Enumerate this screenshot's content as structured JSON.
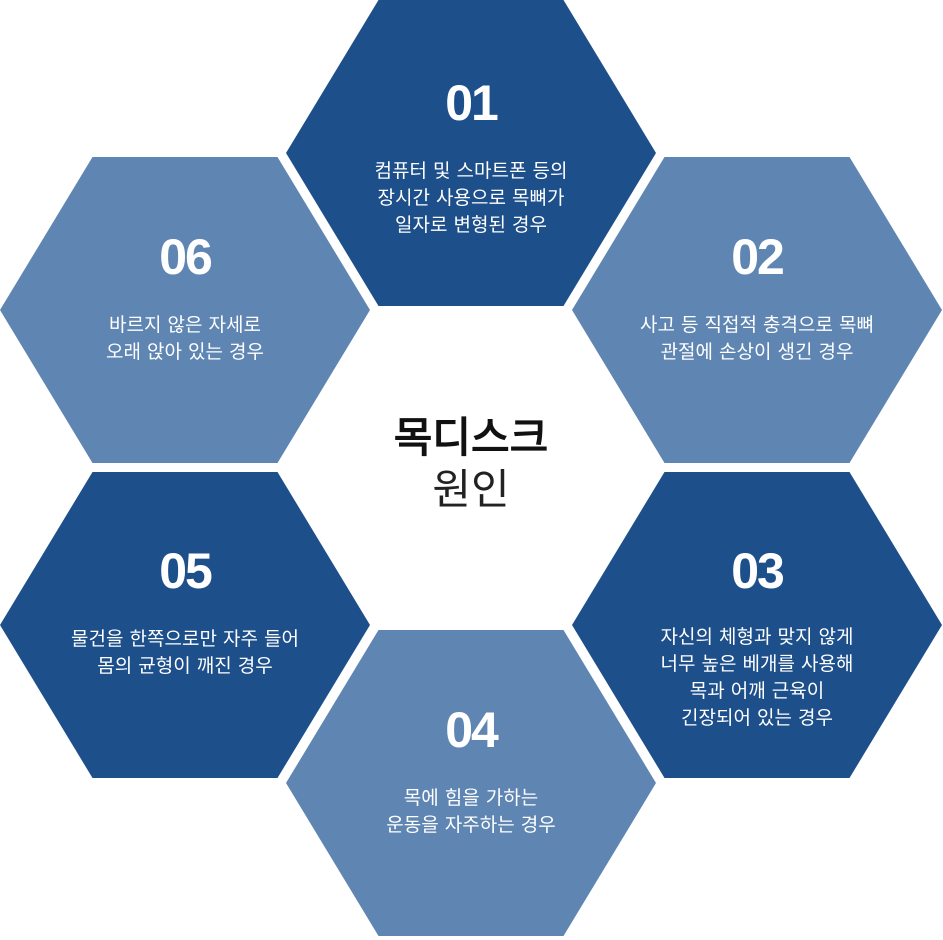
{
  "center": {
    "title": "목디스크",
    "subtitle": "원인"
  },
  "colors": {
    "dark": "#1d4f8b",
    "light": "#5f86b3",
    "text": "#ffffff"
  },
  "causes": [
    {
      "number": "01",
      "tone": "dark",
      "lines": [
        "컴퓨터 및 스마트폰 등의",
        "장시간 사용으로 목뼈가",
        "일자로 변형된 경우"
      ]
    },
    {
      "number": "02",
      "tone": "light",
      "lines": [
        "사고 등 직접적 충격으로 목뼈",
        "관절에 손상이 생긴 경우"
      ]
    },
    {
      "number": "03",
      "tone": "dark",
      "lines": [
        "자신의 체형과 맞지 않게",
        "너무 높은 베개를 사용해",
        "목과 어깨 근육이",
        "긴장되어 있는 경우"
      ]
    },
    {
      "number": "04",
      "tone": "light",
      "lines": [
        "목에 힘을 가하는",
        "운동을 자주하는 경우"
      ]
    },
    {
      "number": "05",
      "tone": "dark",
      "lines": [
        "물건을 한쪽으로만 자주 들어",
        "몸의 균형이 깨진 경우"
      ]
    },
    {
      "number": "06",
      "tone": "light",
      "lines": [
        "바르지 않은 자세로",
        "오래 앉아 있는 경우"
      ]
    }
  ]
}
